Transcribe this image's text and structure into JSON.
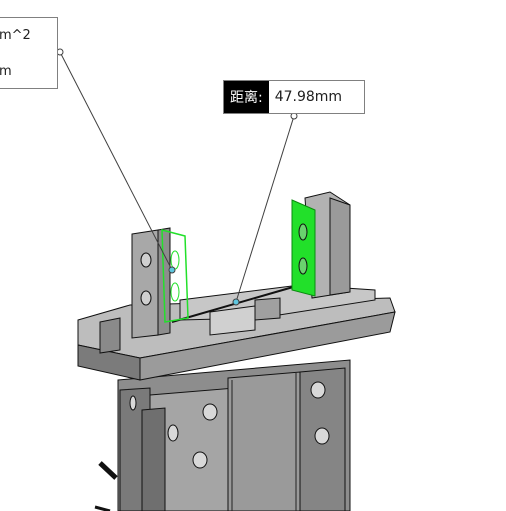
{
  "area_callout": {
    "line1": "m^2",
    "line2": "m"
  },
  "distance_callout": {
    "label": "距离:",
    "value": "47.98mm"
  },
  "colors": {
    "face_highlight": "#22e02a",
    "model_gray": "#8a8a8a",
    "edge": "#111111",
    "leader": "#404040"
  }
}
